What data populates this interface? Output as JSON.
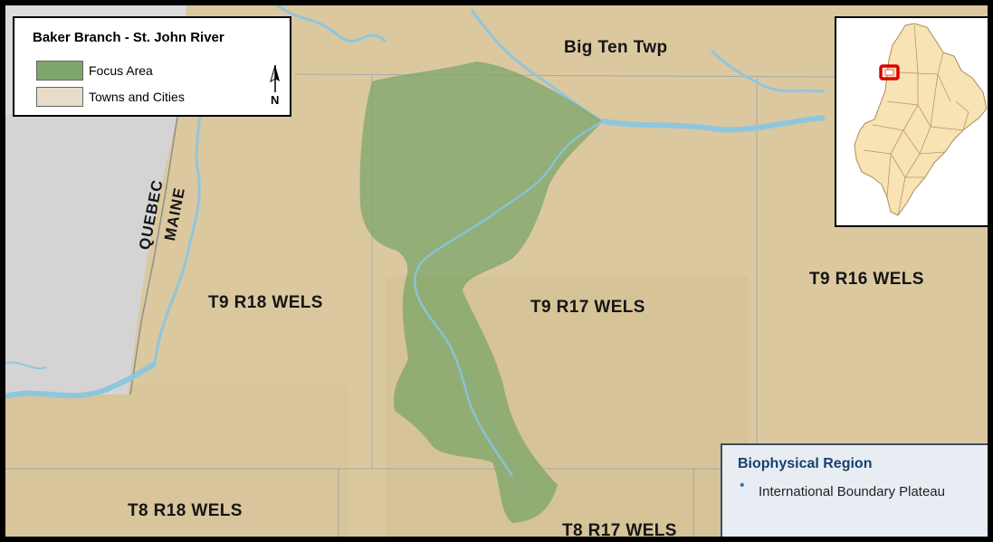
{
  "legend": {
    "title": "Baker Branch - St. John River",
    "items": [
      {
        "label": "Focus Area",
        "color": "#7fa66a"
      },
      {
        "label": "Towns and Cities",
        "color": "#e8dcc8"
      }
    ],
    "north_label": "N"
  },
  "map": {
    "terrain_color": "#dbc89f",
    "canada_color": "#dcdcdc",
    "river_color": "#8fc6dd",
    "boundary_color": "#a8a8a8",
    "focus_area_color": "#7fa66a",
    "country_labels": {
      "north": "QUEBEC",
      "south": "MAINE"
    },
    "town_labels": [
      {
        "id": "big-ten-twp",
        "text": "Big Ten Twp"
      },
      {
        "id": "t9-r18",
        "text": "T9 R18 WELS"
      },
      {
        "id": "t9-r17",
        "text": "T9 R17 WELS"
      },
      {
        "id": "t9-r16",
        "text": "T9 R16 WELS"
      },
      {
        "id": "t8-r18",
        "text": "T8 R18 WELS"
      },
      {
        "id": "t8-r17",
        "text": "T8 R17 WELS"
      }
    ]
  },
  "inset": {
    "state_fill": "#f7e3b4",
    "highlight_color": "#e00000"
  },
  "biophysical_region": {
    "title": "Biophysical Region",
    "item": "International Boundary Plateau"
  }
}
